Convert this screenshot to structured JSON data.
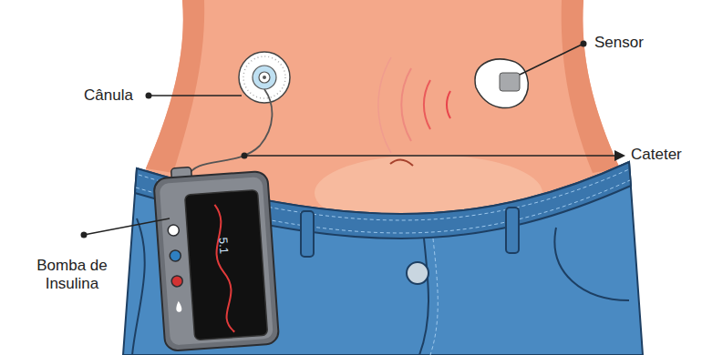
{
  "diagram": {
    "labels": [
      "Cânula",
      "Sensor",
      "Cateter",
      "Bomba de Insulina",
      "5.1"
    ]
  }
}
